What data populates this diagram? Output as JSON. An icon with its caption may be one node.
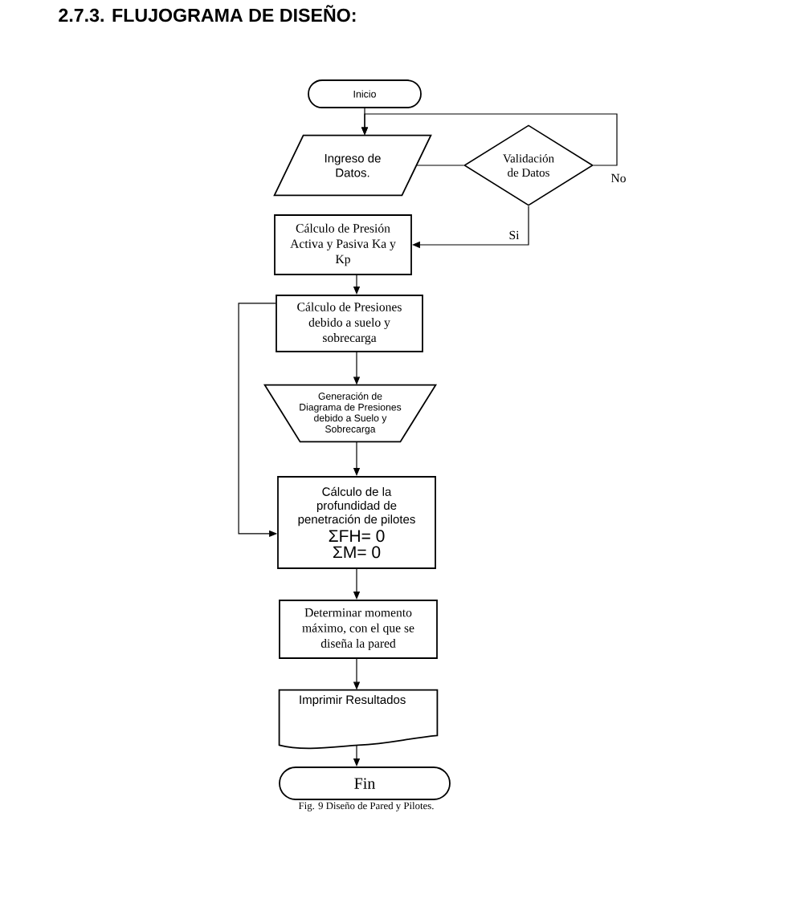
{
  "diagram": {
    "title": "2.7.3. FLUJOGRAMA DE DISEÑO:",
    "caption": "Fig. 9 Diseño de Pared y Pilotes.",
    "nodes": [
      {
        "text": [
          "Inicio"
        ]
      },
      {
        "text": [
          "Ingreso de Datos."
        ]
      },
      {
        "text": [
          "Validación de Datos"
        ]
      },
      {
        "text": [
          "Cálculo de Presión Activa y Pasiva Ka y Kp"
        ]
      },
      {
        "text": [
          "Cálculo de Presiones debido a suelo y sobrecarga"
        ]
      },
      {
        "text": [
          "Generación de Diagrama de Presiones debido a Suelo y Sobrecarga"
        ]
      },
      {
        "text": [
          "Cálculo de la profundidad de penetración de pilotes",
          "ΣFH= 0",
          "ΣM= 0"
        ]
      },
      {
        "text": [
          "Determinar momento máximo, con el que se diseña la pared"
        ]
      },
      {
        "text": [
          "Imprimir Resultados"
        ]
      },
      {
        "text": [
          "Fin"
        ]
      }
    ],
    "edges": [
      {
        "from": 0,
        "to": 1,
        "arrow": "to"
      },
      {
        "from": 1,
        "to": 2,
        "arrow": "none"
      },
      {
        "from": 2,
        "to": 1,
        "arrow": "to",
        "label": "No"
      },
      {
        "from": 2,
        "to": 3,
        "arrow": "to",
        "label": "Si"
      },
      {
        "from": 3,
        "to": 4,
        "arrow": "to"
      },
      {
        "from": 4,
        "to": 5,
        "arrow": "to"
      },
      {
        "from": 4,
        "to": 6,
        "arrow": "to"
      },
      {
        "from": 5,
        "to": 6,
        "arrow": "to"
      },
      {
        "from": 6,
        "to": 7,
        "arrow": "to"
      },
      {
        "from": 7,
        "to": 8,
        "arrow": "to"
      },
      {
        "from": 8,
        "to": 9,
        "arrow": "to"
      }
    ]
  }
}
